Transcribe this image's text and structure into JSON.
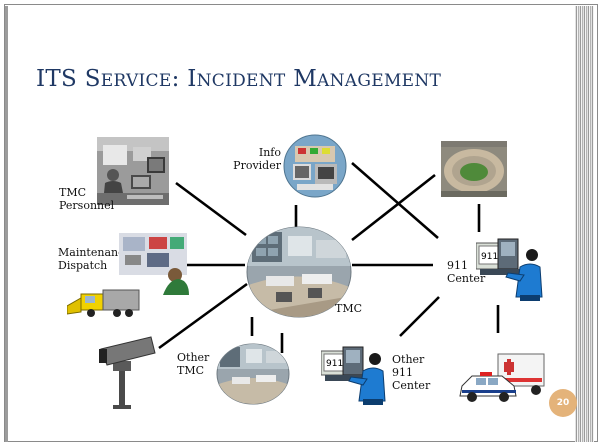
{
  "slide": {
    "title_prefix": "ITS S",
    "title_small_1": "ERVICE",
    "title_colon": ":  I",
    "title_small_2": "NCIDENT",
    "title_space": " M",
    "title_small_3": "ANAGEMENT",
    "title_color": "#1f3864",
    "page_number": "20",
    "page_badge_color": "#e4b37a"
  },
  "nodes": {
    "tmc_personnel": {
      "line1": "TMC",
      "line2": "Personnel",
      "icon": "operator-console-photo"
    },
    "info_provider": {
      "line1": "Info",
      "line2": "Provider",
      "icon": "info-provider-globe"
    },
    "stadium": {
      "icon": "stadium-photo"
    },
    "maintenance": {
      "line1": "Maintenance",
      "line2": "Dispatch",
      "icon": "maintenance-dispatcher"
    },
    "tmc": {
      "label": "TMC",
      "icon": "tmc-control-room"
    },
    "center_911": {
      "line1": "911",
      "line2": "Center",
      "icon": "911-dispatcher",
      "monitor_text": "911"
    },
    "camera": {
      "icon": "cctv-camera"
    },
    "other_tmc": {
      "line1": "Other",
      "line2": "TMC",
      "icon": "other-tmc-room"
    },
    "other_911": {
      "line1": "Other",
      "line2": "911",
      "line3": "Center",
      "icon": "other-911-dispatcher",
      "monitor_text": "911"
    },
    "ambulance": {
      "icon": "ambulance-police"
    }
  }
}
